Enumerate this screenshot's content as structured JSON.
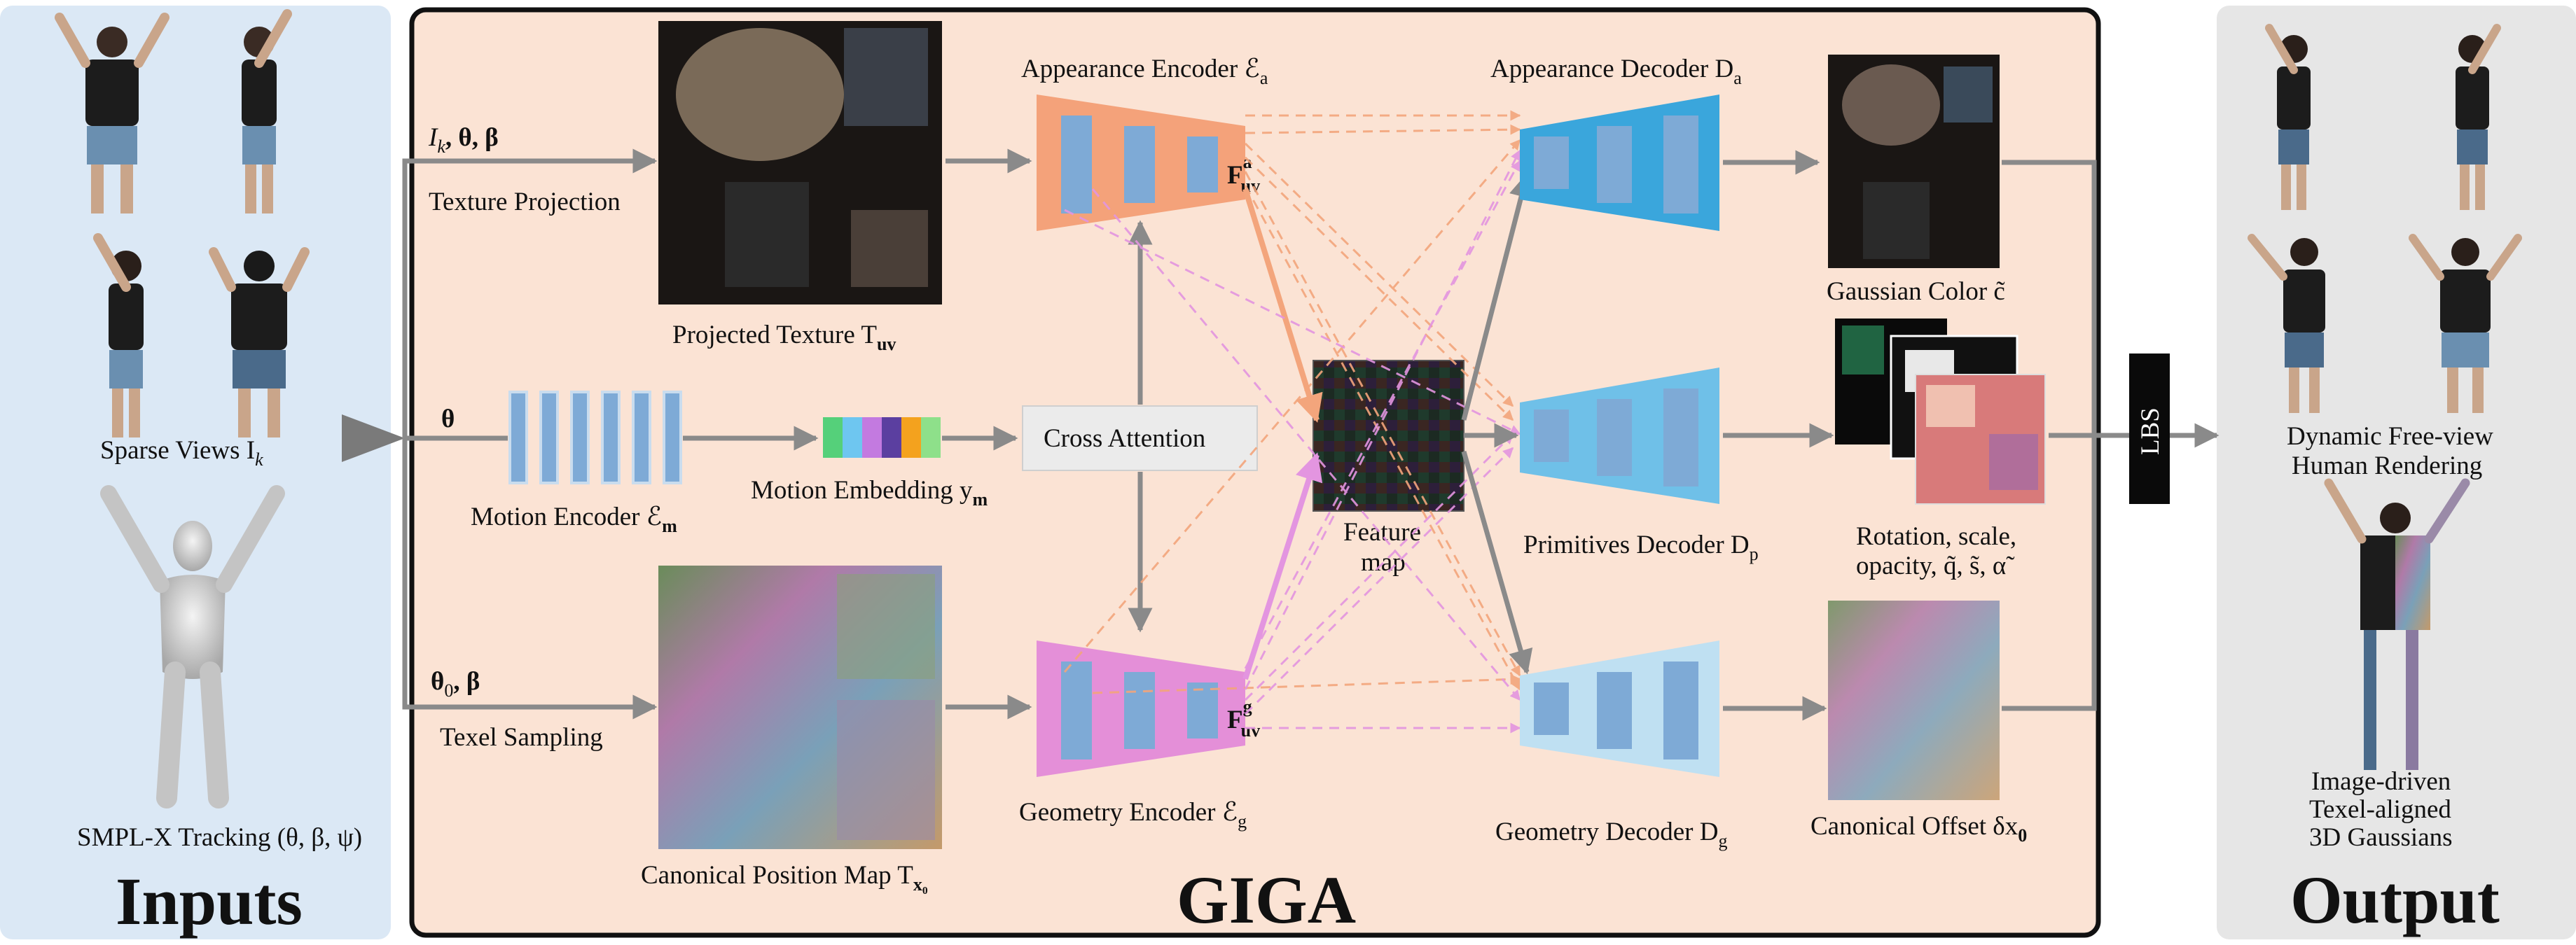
{
  "labels": {
    "sparse_views": "Sparse Views I",
    "sparse_views_sub": "k",
    "smplx": "SMPL-X Tracking (θ, β, ψ)",
    "inputs": "Inputs",
    "giga": "GIGA",
    "output": "Output",
    "ik_params": "I",
    "ik_sub": "k",
    "ik_rest": ", θ, β",
    "texture_projection": "Texture Projection",
    "projected_texture": "Projected Texture T",
    "projected_texture_sub": "uv",
    "theta": "θ",
    "motion_encoder": "Motion Encoder ℰ",
    "motion_encoder_sub": "m",
    "motion_embedding": "Motion Embedding y",
    "motion_embedding_sub": "m",
    "cross_attention": "Cross Attention",
    "theta0_beta": "θ",
    "theta0_sub": "0",
    "theta0_rest": ", β",
    "texel_sampling": "Texel Sampling",
    "canonical_map": "Canonical Position Map T",
    "canonical_map_sub": "x₀",
    "appearance_encoder": "Appearance Encoder ℰ",
    "appearance_encoder_sub": "a",
    "geometry_encoder": "Geometry Encoder ℰ",
    "geometry_encoder_sub": "g",
    "f_uv_a": "F",
    "f_uv_a_sup": "a",
    "f_uv_a_sub": "uv",
    "f_uv_g": "F",
    "f_uv_g_sup": "g",
    "f_uv_g_sub": "uv",
    "feature_map_1": "Feature",
    "feature_map_2": "map",
    "appearance_decoder": "Appearance Decoder D",
    "appearance_decoder_sub": "a",
    "primitives_decoder": "Primitives Decoder D",
    "primitives_decoder_sub": "p",
    "geometry_decoder": "Geometry Decoder D",
    "geometry_decoder_sub": "g",
    "gaussian_color": "Gaussian Color c̃",
    "rot_scale_1": "Rotation, scale,",
    "rot_scale_2": "opacity, q̃, s̃, α̃",
    "canonical_offset": "Canonical Offset δx",
    "canonical_offset_sub": "0",
    "lbs": "LBS",
    "dynamic_1": "Dynamic Free-view",
    "dynamic_2": "Human Rendering",
    "img_driven_1": "Image-driven",
    "img_driven_2": "Texel-aligned",
    "img_driven_3": "3D Gaussians"
  },
  "colors": {
    "inputs_panel": "#dbe8f5",
    "giga_panel": "#fbe3d4",
    "output_panel": "#e6e6e6",
    "appearance_encoder": "#f4a27a",
    "geometry_encoder": "#e48fd8",
    "decoder_a": "#3aa6dc",
    "decoder_p": "#6fc0e8",
    "decoder_g": "#bfe0f2",
    "block": "#7eaad6",
    "arrow_gray": "#8a8a8a",
    "arrow_orange": "#f3a57c",
    "arrow_pink": "#e395e0"
  },
  "motion_embedding_colors": [
    "#55d07a",
    "#6ec6f0",
    "#c37ae0",
    "#5b3fa0",
    "#f4a21e",
    "#8ee08a"
  ]
}
